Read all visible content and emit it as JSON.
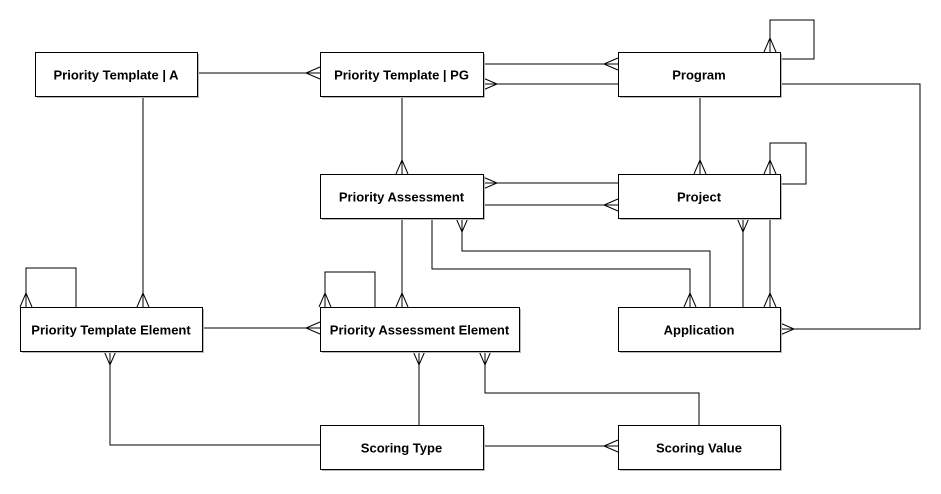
{
  "diagram": {
    "type": "entity-relationship",
    "colors": {
      "line": "#000000",
      "box_fill": "#ffffff",
      "shadow": "#b8b8b8"
    },
    "entities": [
      {
        "id": "pta",
        "label": "Priority Template | A"
      },
      {
        "id": "ptpg",
        "label": "Priority Template | PG"
      },
      {
        "id": "prog",
        "label": "Program"
      },
      {
        "id": "pa",
        "label": "Priority Assessment"
      },
      {
        "id": "proj",
        "label": "Project"
      },
      {
        "id": "pte",
        "label": "Priority Template Element"
      },
      {
        "id": "pae",
        "label": "Priority Assessment Element"
      },
      {
        "id": "app",
        "label": "Application"
      },
      {
        "id": "st",
        "label": "Scoring Type"
      },
      {
        "id": "sv",
        "label": "Scoring Value"
      }
    ],
    "relationships": [
      {
        "from": "pta",
        "to": "ptpg",
        "to_end": "many"
      },
      {
        "from": "ptpg",
        "to": "prog",
        "to_end": "many"
      },
      {
        "from": "prog",
        "to": "ptpg",
        "to_end": "many"
      },
      {
        "from": "prog",
        "to": "prog",
        "to_end": "many"
      },
      {
        "from": "ptpg",
        "to": "pa",
        "to_end": "many"
      },
      {
        "from": "prog",
        "to": "proj",
        "to_end": "many"
      },
      {
        "from": "proj",
        "to": "pa",
        "to_end": "many"
      },
      {
        "from": "pa",
        "to": "proj",
        "to_end": "many"
      },
      {
        "from": "proj",
        "to": "proj",
        "to_end": "many"
      },
      {
        "from": "pta",
        "to": "pte",
        "to_end": "many"
      },
      {
        "from": "pa",
        "to": "pae",
        "to_end": "many"
      },
      {
        "from": "pa",
        "to": "app",
        "to_end": "many"
      },
      {
        "from": "app",
        "to": "pa",
        "to_end": "many"
      },
      {
        "from": "proj",
        "to": "app",
        "to_end": "many"
      },
      {
        "from": "app",
        "to": "proj",
        "to_end": "many"
      },
      {
        "from": "prog",
        "to": "app",
        "to_end": "many"
      },
      {
        "from": "pte",
        "to": "pte",
        "to_end": "many"
      },
      {
        "from": "pae",
        "to": "pae",
        "to_end": "many"
      },
      {
        "from": "pte",
        "to": "pae",
        "to_end": "many"
      },
      {
        "from": "st",
        "to": "pte",
        "to_end": "many"
      },
      {
        "from": "st",
        "to": "pae",
        "to_end": "many"
      },
      {
        "from": "sv",
        "to": "pae",
        "to_end": "many"
      },
      {
        "from": "st",
        "to": "sv",
        "to_end": "many"
      }
    ]
  }
}
